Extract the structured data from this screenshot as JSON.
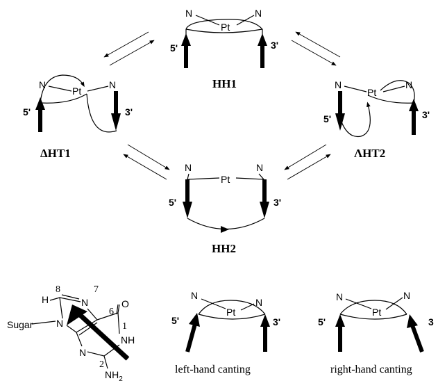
{
  "atoms": {
    "n": "N",
    "pt": "Pt"
  },
  "primes": {
    "five": "5'",
    "three": "3'",
    "three_cut": "3"
  },
  "conformers": {
    "hh1": "HH1",
    "dht1": "ΔHT1",
    "laht2": "ΛHT2",
    "hh2": "HH2"
  },
  "guanine": {
    "h": "H",
    "c8": "8",
    "n7": "7",
    "c6": "6",
    "o": "O",
    "n1": "1",
    "nh": "NH",
    "c2": "2",
    "n3": "N",
    "nh2": "NH",
    "nh2_sub": "2",
    "sugar": "Sugar",
    "n_ring1": "N",
    "n_ring2": "N"
  },
  "captions": {
    "left": "left-hand canting",
    "right": "right-hand canting"
  }
}
